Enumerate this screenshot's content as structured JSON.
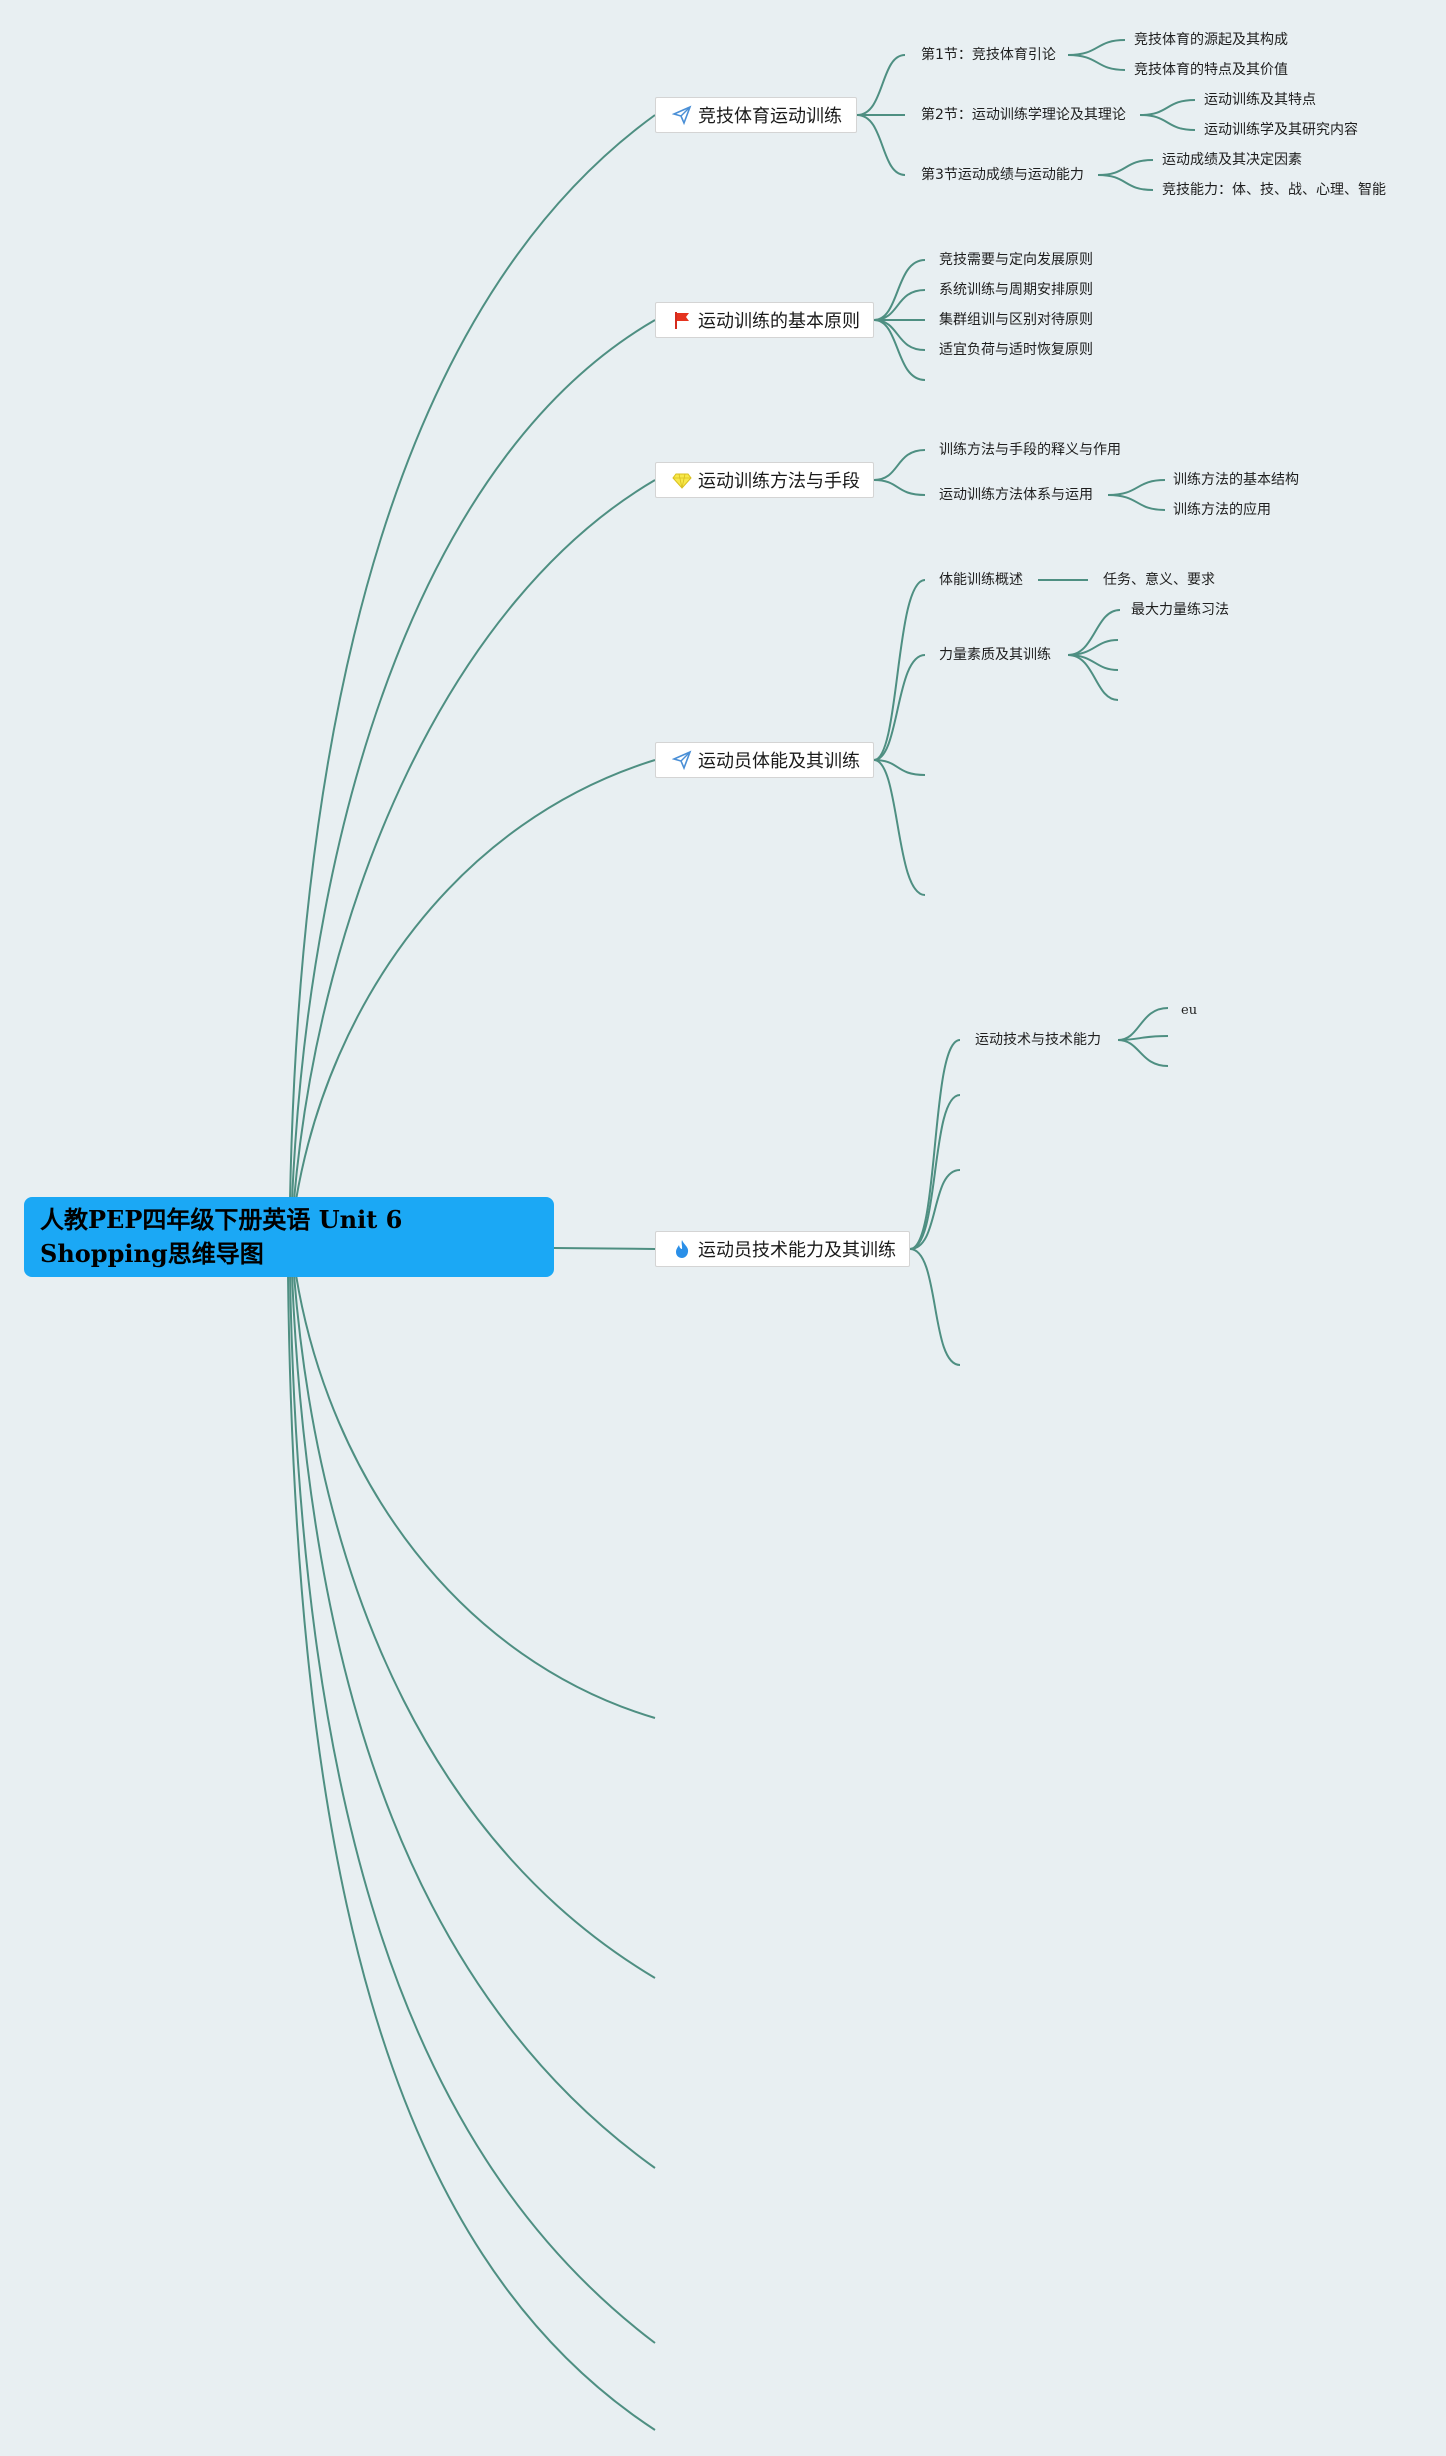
{
  "root": {
    "title": "人教PEP四年级下册英语 Unit 6 Shopping思维导图"
  },
  "topics": [
    {
      "label": "竞技体育运动训练",
      "icon": "paper-plane-icon",
      "children": [
        {
          "label": "第1节：竞技体育引论",
          "children": [
            "竞技体育的源起及其构成",
            "竞技体育的特点及其价值"
          ]
        },
        {
          "label": "第2节：运动训练学理论及其理论",
          "children": [
            "运动训练及其特点",
            "运动训练学及其研究内容"
          ]
        },
        {
          "label": "第3节运动成绩与运动能力",
          "children": [
            "运动成绩及其决定因素",
            "竞技能力：体、技、战、心理、智能"
          ]
        }
      ]
    },
    {
      "label": "运动训练的基本原则",
      "icon": "red-flag-icon",
      "children": [
        "竞技需要与定向发展原则",
        "系统训练与周期安排原则",
        "集群组训与区别对待原则",
        "适宜负荷与适时恢复原则"
      ]
    },
    {
      "label": "运动训练方法与手段",
      "icon": "diamond-icon",
      "children": [
        {
          "label": "训练方法与手段的释义与作用"
        },
        {
          "label": "运动训练方法体系与运用",
          "children": [
            "训练方法的基本结构",
            "训练方法的应用"
          ]
        }
      ]
    },
    {
      "label": "运动员体能及其训练",
      "icon": "paper-plane-icon",
      "children": [
        {
          "label": "体能训练概述",
          "children": [
            "任务、意义、要求"
          ]
        },
        {
          "label": "力量素质及其训练",
          "children": [
            "最大力量练习法"
          ]
        }
      ]
    },
    {
      "label": "运动员技术能力及其训练",
      "icon": "fire-icon",
      "children": [
        {
          "label": "运动技术与技术能力",
          "children": [
            "eu"
          ]
        }
      ]
    }
  ],
  "colors": {
    "line": "#4e8f82",
    "root_bg": "#1ba8f5",
    "background": "#e8eff2"
  }
}
